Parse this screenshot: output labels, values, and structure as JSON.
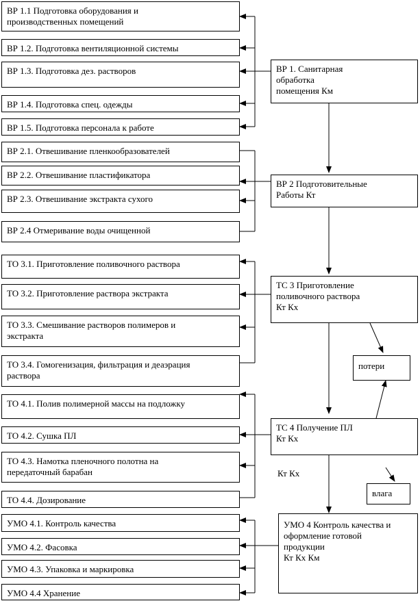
{
  "left_column": [
    {
      "id": "vr11",
      "label": "ВР 1.1 Подготовка оборудования и\nпроизводственных помещений"
    },
    {
      "id": "vr12",
      "label": "ВР 1.2. Подготовка вентиляционной системы"
    },
    {
      "id": "vr13",
      "label": "ВР 1.3. Подготовка дез. растворов"
    },
    {
      "id": "vr14",
      "label": "ВР 1.4. Подготовка спец. одежды"
    },
    {
      "id": "vr15",
      "label": "ВР 1.5. Подготовка персонала к работе"
    },
    {
      "id": "vr21",
      "label": "ВР 2.1. Отвешивание пленкообразователей"
    },
    {
      "id": "vr22",
      "label": "ВР 2.2. Отвешивание пластификатора"
    },
    {
      "id": "vr23",
      "label": "ВР 2.3. Отвешивание экстракта сухого"
    },
    {
      "id": "vr24",
      "label": "ВР 2.4 Отмеривание воды очищенной"
    },
    {
      "id": "to31",
      "label": "ТО 3.1. Приготовление поливочного раствора"
    },
    {
      "id": "to32",
      "label": "ТО 3.2. Приготовление раствора экстракта"
    },
    {
      "id": "to33",
      "label": "ТО 3.3. Смешивание растворов полимеров и\n            экстракта"
    },
    {
      "id": "to34",
      "label": "ТО 3.4. Гомогенизация, фильтрация и деаэрация\n              раствора"
    },
    {
      "id": "to41",
      "label": "ТО 4.1.  Полив полимерной массы на подложку"
    },
    {
      "id": "to42",
      "label": "ТО 4.2. Сушка  ПЛ"
    },
    {
      "id": "to43",
      "label": "ТО 4.3. Намотка пленочного полотна на\n              передаточный барабан"
    },
    {
      "id": "to44",
      "label": "ТО 4.4. Дозирование"
    },
    {
      "id": "umo41",
      "label": "УМО 4.1. Контроль качества"
    },
    {
      "id": "umo42",
      "label": "УМО 4.2. Фасовка"
    },
    {
      "id": "umo43",
      "label": "УМО 4.3. Упаковка и маркировка"
    },
    {
      "id": "umo44",
      "label": "УМО 4.4 Хранение"
    }
  ],
  "main_column": [
    {
      "id": "vr1",
      "label": "ВР 1. Санитарная\n          обработка\n            помещения Км"
    },
    {
      "id": "vr2",
      "label": "ВР 2 Подготовительные\n            Работы Кт"
    },
    {
      "id": "ts3",
      "label": "ТС 3 Приготовление\n           поливочного раствора\n               Кт  Кх"
    },
    {
      "id": "ts4",
      "label": "ТС 4 Получение ПЛ\n           Кт Кх"
    },
    {
      "id": "umo4",
      "label": "УМО 4 Контроль качества и\n           оформление готовой\n           продукции\n             Кт Кх Км"
    }
  ],
  "side_boxes": [
    {
      "id": "poteri",
      "label": "потери"
    },
    {
      "id": "vlaga",
      "label": "влага"
    }
  ],
  "annotations": [
    {
      "id": "ts4_below",
      "label": "Кт Кх"
    }
  ]
}
